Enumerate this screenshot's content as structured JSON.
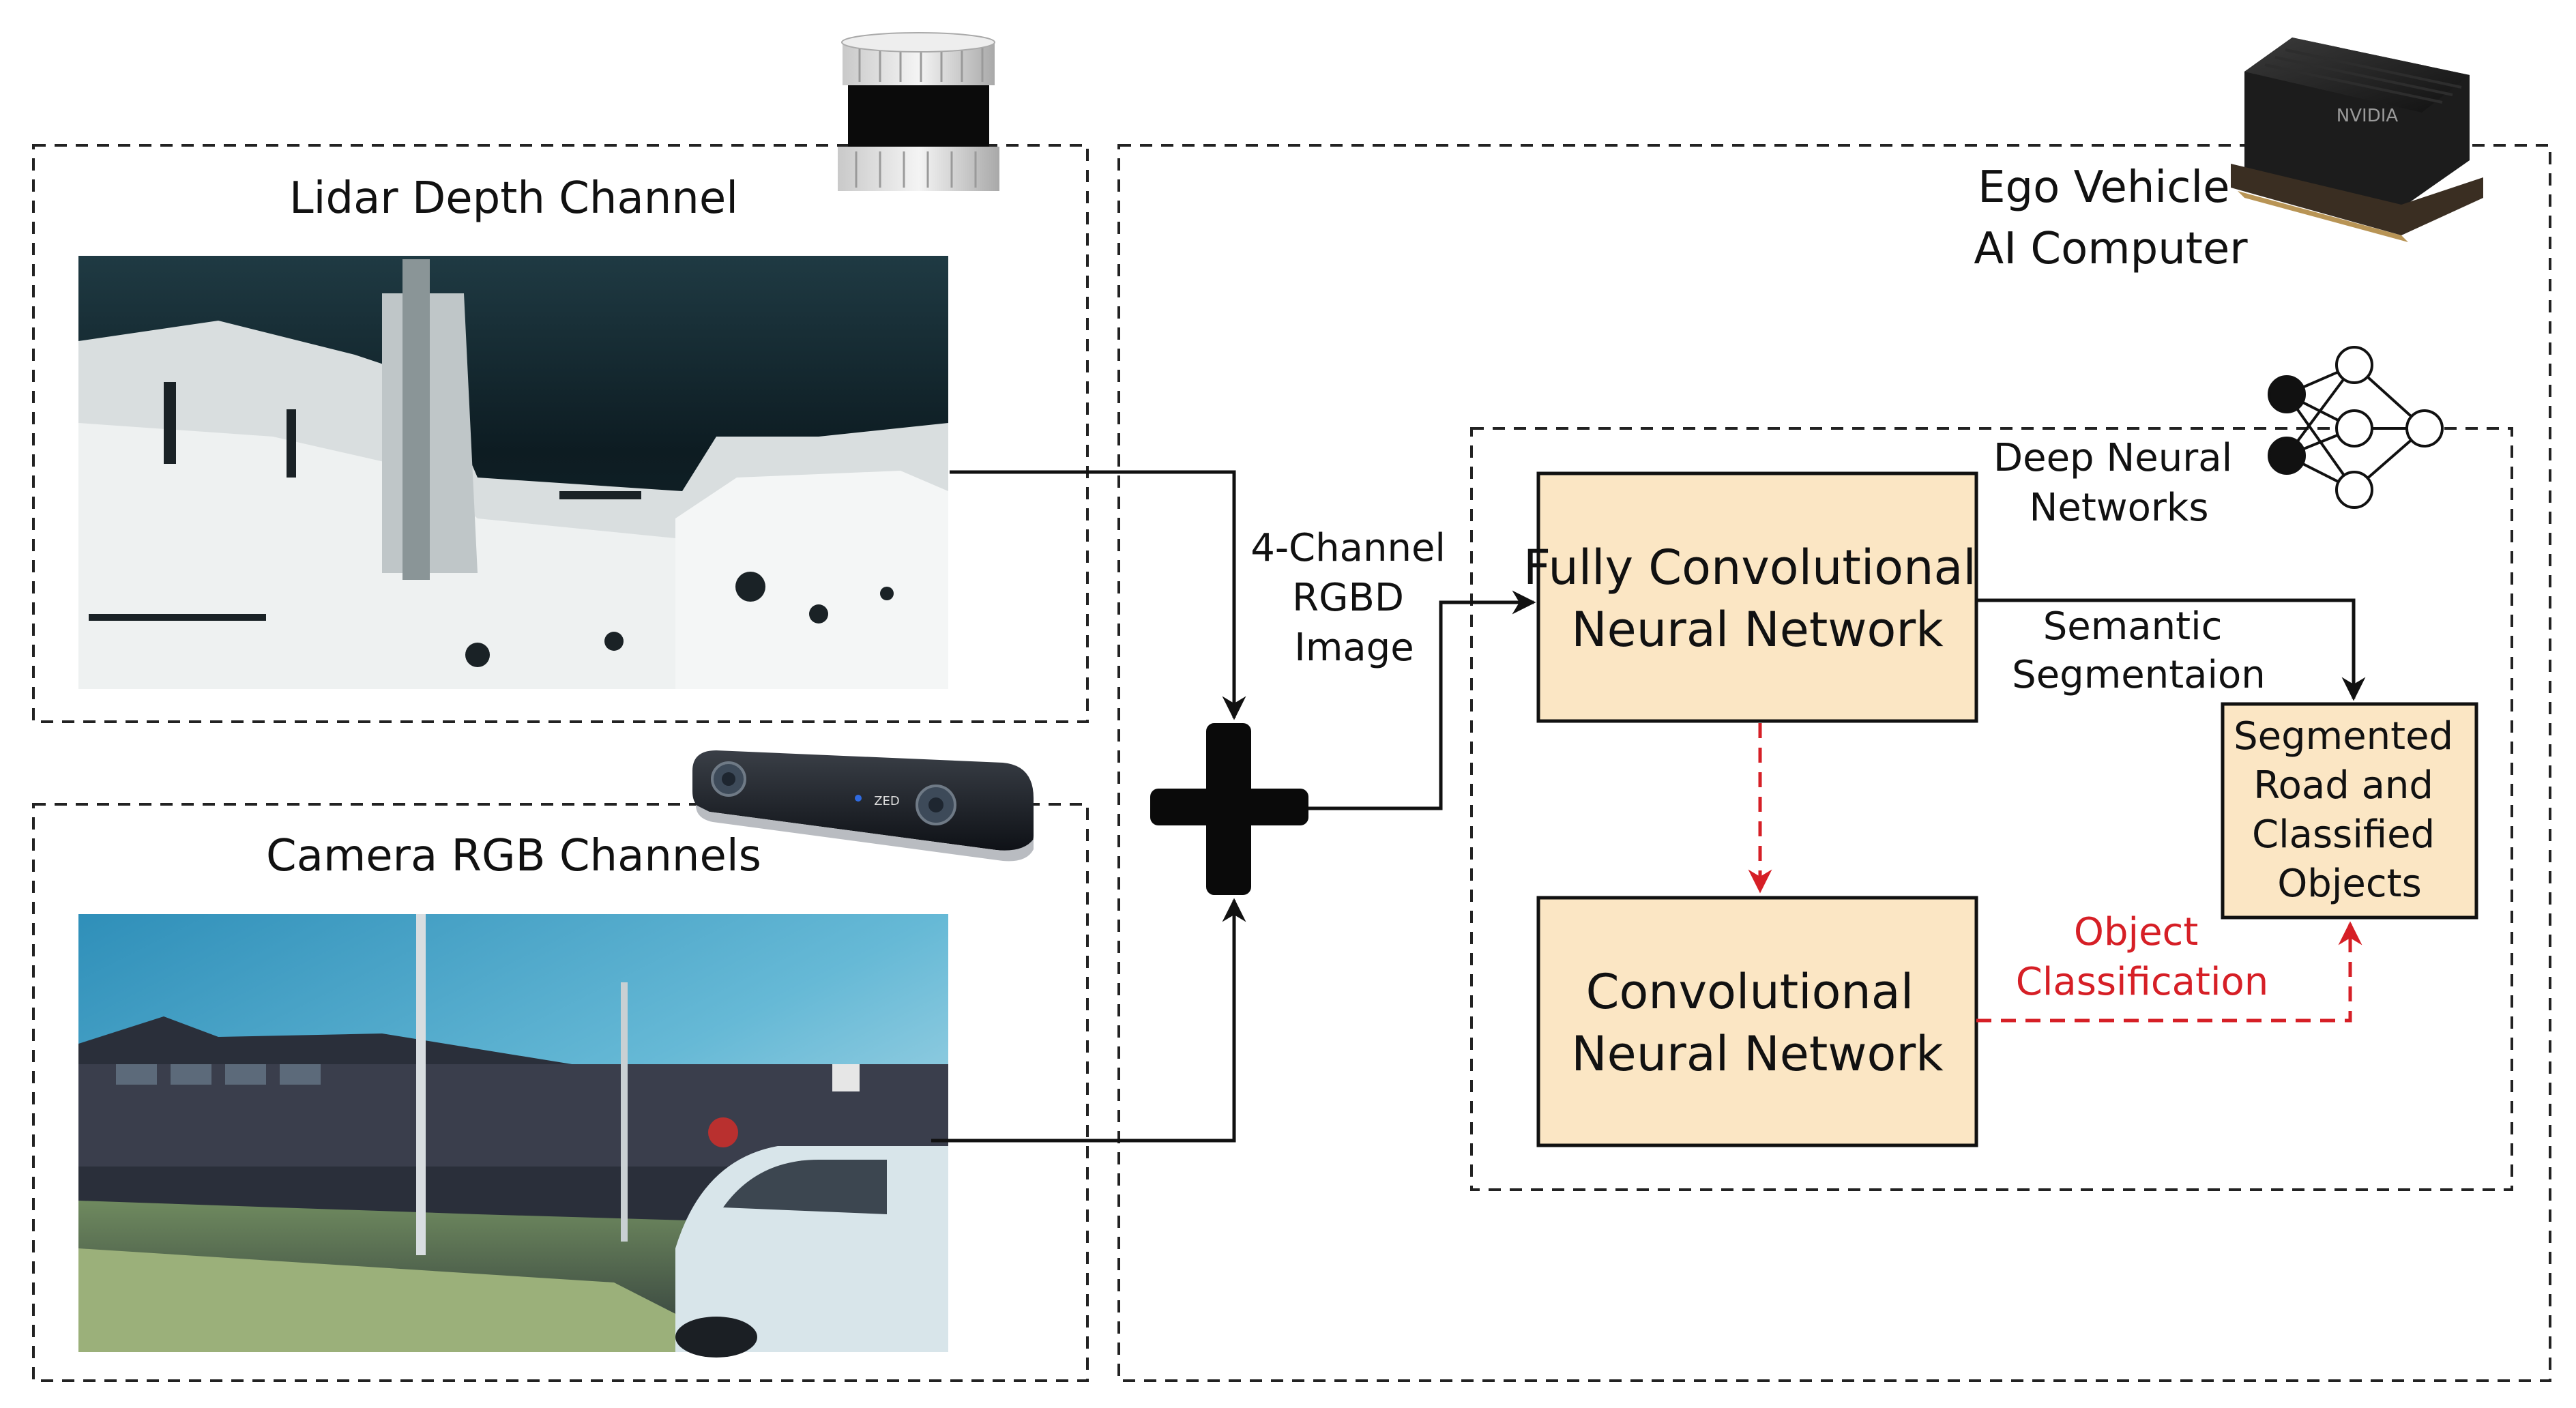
{
  "colors": {
    "box_fill": "#fbe6c4",
    "accent_red": "#d61f26",
    "stroke": "#111111"
  },
  "lidar_panel": {
    "title": "Lidar Depth Channel",
    "sensor_icon": "lidar-sensor-icon",
    "image": "lidar-depth-image"
  },
  "camera_panel": {
    "title": "Camera RGB Channels",
    "sensor_icon": "stereo-camera-icon",
    "camera_brand": "ZED",
    "image": "camera-rgb-image"
  },
  "fusion": {
    "symbol": "plus-icon",
    "label_lines": [
      "4-Channel",
      "RGBD",
      "Image"
    ]
  },
  "ego_panel": {
    "title_lines": [
      "Ego Vehicle",
      "AI Computer"
    ],
    "device_icon": "ai-computer-module-icon",
    "device_brand": "NVIDIA"
  },
  "dnn_panel": {
    "title_lines": [
      "Deep Neural",
      "Networks"
    ],
    "icon": "neural-network-icon"
  },
  "fcn_box": {
    "lines": [
      "Fully Convolutional",
      "Neural Network"
    ]
  },
  "cnn_box": {
    "lines": [
      "Convolutional",
      "Neural Network"
    ]
  },
  "output_box": {
    "lines": [
      "Segmented",
      "Road and",
      "Classified",
      "Objects"
    ]
  },
  "edge_labels": {
    "segmentation": [
      "Semantic",
      "Segmentaion"
    ],
    "classification": [
      "Object",
      "Classification"
    ]
  }
}
